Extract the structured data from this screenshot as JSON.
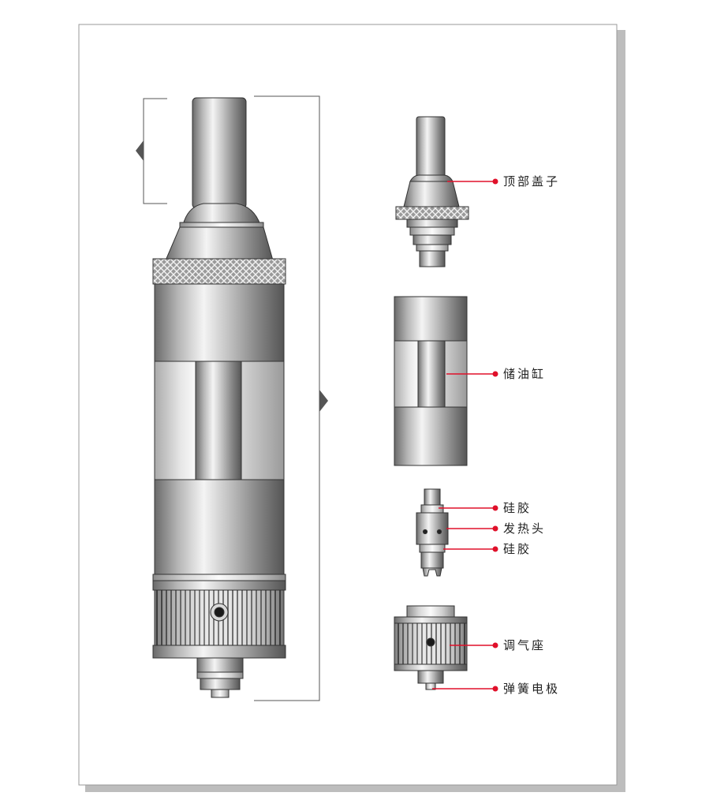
{
  "parts": [
    {
      "id": "top-cap",
      "label": "顶部盖子"
    },
    {
      "id": "oil-tank",
      "label": "储油缸"
    },
    {
      "id": "silicone-top",
      "label": "硅胶"
    },
    {
      "id": "heating-head",
      "label": "发热头"
    },
    {
      "id": "silicone-bottom",
      "label": "硅胶"
    },
    {
      "id": "airflow-base",
      "label": "调气座"
    },
    {
      "id": "spring-electrode",
      "label": "弹簧电极"
    }
  ],
  "colors": {
    "callout": "#e0102a",
    "outline": "#333333",
    "metal_dark": "#6a6a6a",
    "metal_light": "#f4f4f4",
    "bracket": "#555555",
    "shadow": "#bdbdbd"
  }
}
